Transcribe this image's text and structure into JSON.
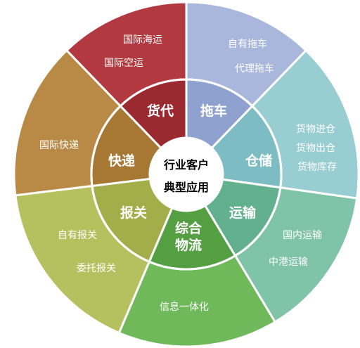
{
  "center": {
    "line1": "行业客户",
    "line2": "典型应用"
  },
  "segments": [
    {
      "id": "huodai",
      "inner": [
        "货代"
      ],
      "outer": [
        "国际海运",
        "国际空运"
      ],
      "color": "#b2393f",
      "inner_color": "#9b2a30"
    },
    {
      "id": "tuoche",
      "inner": [
        "拖车"
      ],
      "outer": [
        "自有拖车",
        "代理拖车"
      ],
      "color": "#a9b7dc",
      "inner_color": "#8ea1cf"
    },
    {
      "id": "cangchu",
      "inner": [
        "仓储"
      ],
      "outer": [
        "货物进仓",
        "货物出仓",
        "货物库存"
      ],
      "color": "#98cdd2",
      "inner_color": "#7cbcc2"
    },
    {
      "id": "yunshu",
      "inner": [
        "运输"
      ],
      "outer": [
        "国内运输",
        "中港运输"
      ],
      "color": "#7fc3a9",
      "inner_color": "#63b08f"
    },
    {
      "id": "zonghe",
      "inner": [
        "综合",
        "物流"
      ],
      "outer": [
        "信息一体化"
      ],
      "color": "#6fb95b",
      "inner_color": "#559f43"
    },
    {
      "id": "baoguan",
      "inner": [
        "报关"
      ],
      "outer": [
        "自有报关",
        "委托报关"
      ],
      "color": "#b5c05f",
      "inner_color": "#a3ae4b"
    },
    {
      "id": "kuaidi",
      "inner": [
        "快递"
      ],
      "outer": [
        "国际快递"
      ],
      "color": "#b98a45",
      "inner_color": "#a67833"
    }
  ]
}
